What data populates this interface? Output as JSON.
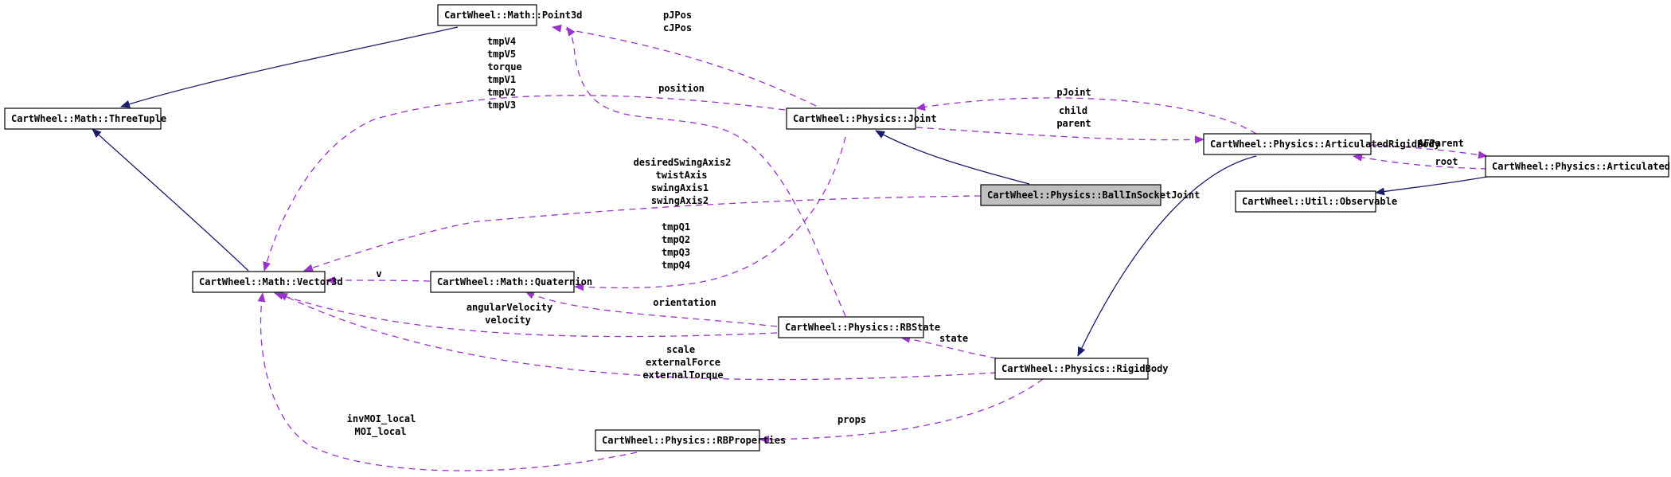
{
  "colors": {
    "inheritance": "#1b1b6b",
    "usage": "#9a32cd",
    "focus_fill": "#bfbfbf"
  },
  "nodes": {
    "point3d": "CartWheel::Math::Point3d",
    "threetuple": "CartWheel::Math::ThreeTuple",
    "vector3d": "CartWheel::Math::Vector3d",
    "quaternion": "CartWheel::Math::Quaternion",
    "joint": "CartWheel::Physics::Joint",
    "ballinsocket": "CartWheel::Physics::BallInSocketJoint",
    "rbstate": "CartWheel::Physics::RBState",
    "rigidbody": "CartWheel::Physics::RigidBody",
    "rbproperties": "CartWheel::Physics::RBProperties",
    "articulatedrigidbody": "CartWheel::Physics::ArticulatedRigidBody",
    "articulatedf": "CartWheel::Physics::ArticulatedF",
    "observable": "CartWheel::Util::Observable"
  },
  "edge_labels": {
    "joint_point3d": [
      "pJPos",
      "cJPos"
    ],
    "rbstate_point3d": [
      "tmpV4",
      "tmpV5",
      "torque",
      "tmpV1",
      "tmpV2",
      "tmpV3"
    ],
    "joint_vector3d": [
      "position"
    ],
    "joint_arb": [
      "pJoint"
    ],
    "arb_joint": [
      "child",
      "parent"
    ],
    "arb_af": [
      "AFParent"
    ],
    "af_arb": [
      "root"
    ],
    "bis_vector3d": [
      "desiredSwingAxis2",
      "twistAxis",
      "swingAxis1",
      "swingAxis2"
    ],
    "joint_quaternion": [
      "tmpQ1",
      "tmpQ2",
      "tmpQ3",
      "tmpQ4"
    ],
    "quaternion_vector3d": [
      "v"
    ],
    "rbstate_quaternion": [
      "orientation"
    ],
    "rbstate_vector3d": [
      "angularVelocity",
      "velocity"
    ],
    "rigidbody_rbstate": [
      "state"
    ],
    "rigidbody_vector3d": [
      "scale",
      "externalForce",
      "externalTorque"
    ],
    "rigidbody_rbproperties": [
      "props"
    ],
    "rbproperties_vector3d": [
      "invMOI_local",
      "MOI_local"
    ]
  }
}
